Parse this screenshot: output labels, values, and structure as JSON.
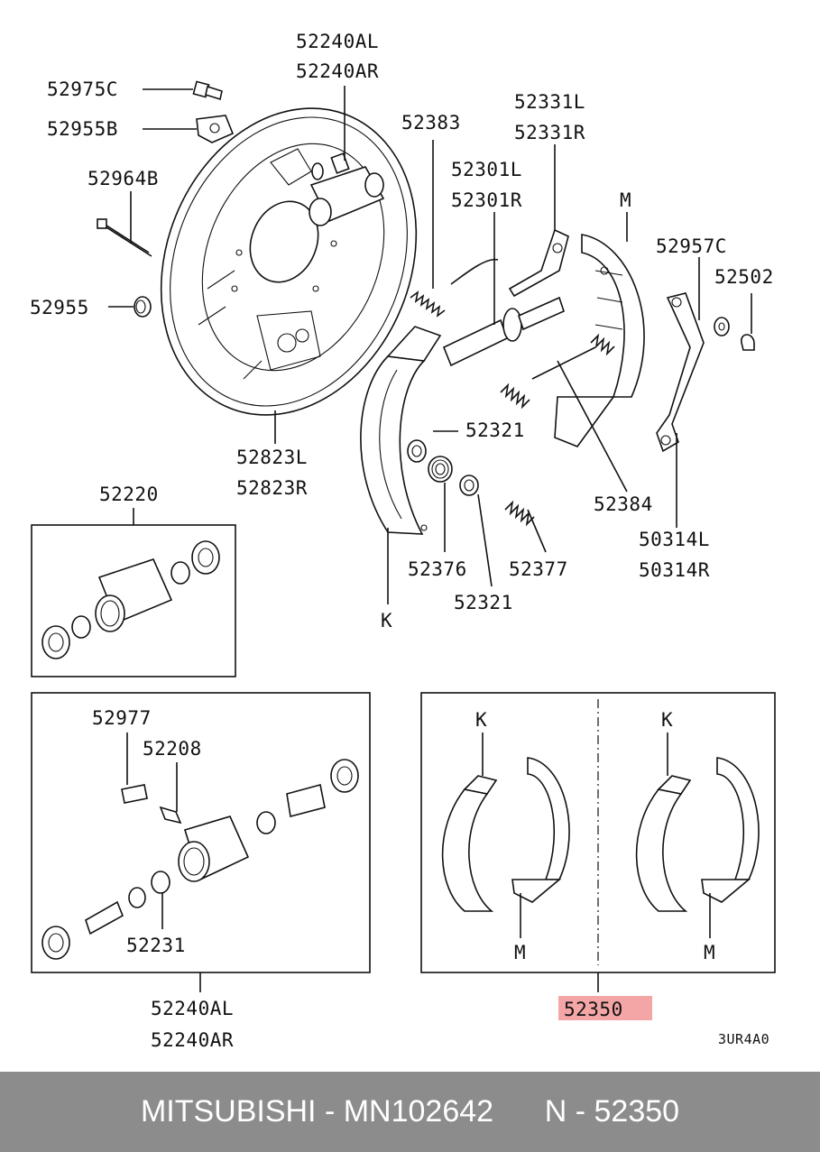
{
  "labels": {
    "p52240AL_top": "52240AL",
    "p52240AR_top": "52240AR",
    "p52975C": "52975C",
    "p52955B": "52955B",
    "p52964B": "52964B",
    "p52955": "52955",
    "p52823L": "52823L",
    "p52823R": "52823R",
    "p52383": "52383",
    "p52301L": "52301L",
    "p52301R": "52301R",
    "p52331L": "52331L",
    "p52331R": "52331R",
    "pM_top": "M",
    "p52957C": "52957C",
    "p52502": "52502",
    "p52321_a": "52321",
    "p52384": "52384",
    "p50314L": "50314L",
    "p50314R": "50314R",
    "p52376": "52376",
    "p52377": "52377",
    "p52321_b": "52321",
    "pK_main": "K",
    "p52220": "52220",
    "p52977": "52977",
    "p52208": "52208",
    "p52231": "52231",
    "p52240AL_bottom": "52240AL",
    "p52240AR_bottom": "52240AR",
    "kit_K_left": "K",
    "kit_K_right": "K",
    "kit_M_left": "M",
    "kit_M_right": "M",
    "p52350": "52350",
    "ref_code": "3UR4A0"
  },
  "colors": {
    "highlight": "#f4a6a6",
    "footer_bg": "#8c8c8c",
    "footer_text": "#ffffff"
  },
  "footer": {
    "text": "MITSUBISHI - MN102642      N - 52350"
  }
}
